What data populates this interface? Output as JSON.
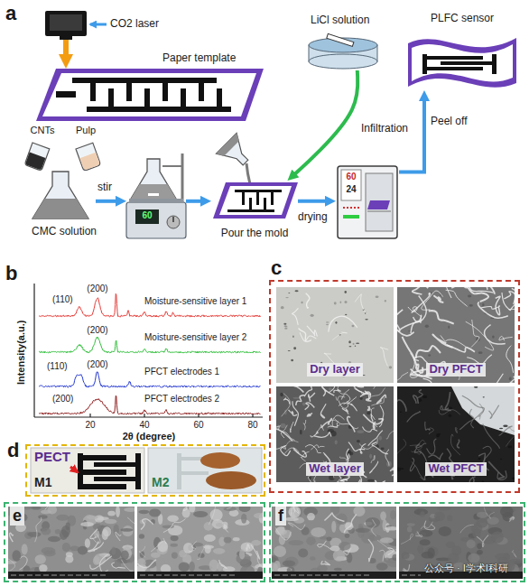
{
  "diagram": {
    "nodes": [
      {
        "text": [
          "CO2 laser"
        ]
      },
      {
        "text": [
          "Paper template"
        ]
      },
      {
        "text": [
          "LiCl solution"
        ]
      },
      {
        "text": [
          "PLFC sensor"
        ]
      },
      {
        "text": [
          "CNTs"
        ]
      },
      {
        "text": [
          "Pulp"
        ]
      },
      {
        "text": [
          "CMC solution"
        ]
      },
      {
        "text": [
          "60"
        ]
      },
      {
        "text": [
          "Pour the mold"
        ]
      },
      {
        "text": [
          "60",
          "24"
        ]
      },
      {
        "text": [
          "c"
        ]
      },
      {
        "text": [
          "Dry layer"
        ],
        "in": 10
      },
      {
        "text": [
          "Dry PFCT"
        ],
        "in": 10
      },
      {
        "text": [
          "Wet layer"
        ],
        "in": 10
      },
      {
        "text": [
          "Wet PFCT"
        ],
        "in": 10
      },
      {
        "text": [
          "d"
        ]
      },
      {
        "text": [
          "M1"
        ],
        "in": 15
      },
      {
        "text": [
          "M2"
        ],
        "in": 15
      },
      {
        "text": [
          "e"
        ]
      },
      {
        "text": [
          "f"
        ]
      }
    ],
    "edges": [
      {
        "from": 0,
        "to": 1,
        "arrow": "to"
      },
      {
        "from": 6,
        "to": 7,
        "label": "stir",
        "arrow": "to"
      },
      {
        "from": 7,
        "to": 8,
        "arrow": "to"
      },
      {
        "from": 2,
        "to": 8,
        "label": "Infiltration",
        "arrow": "to"
      },
      {
        "from": 8,
        "to": 9,
        "label": "drying",
        "arrow": "to"
      },
      {
        "from": 9,
        "to": 3,
        "label": "Peel off",
        "arrow": "to"
      }
    ],
    "labels": [
      "a",
      "b",
      "(110)",
      "(200)",
      "(200)",
      "(110)",
      "(200)",
      "(200)",
      "Moisture-sensitive layer 1",
      "Moisture-sensitive layer 2",
      "PFCT electrodes 1",
      "PFCT electrodes 2",
      "Intensity(a.u.)",
      "20",
      "40",
      "60",
      "80",
      "2θ (degree)",
      "PECT",
      "公众号 · I学术I科研"
    ]
  }
}
